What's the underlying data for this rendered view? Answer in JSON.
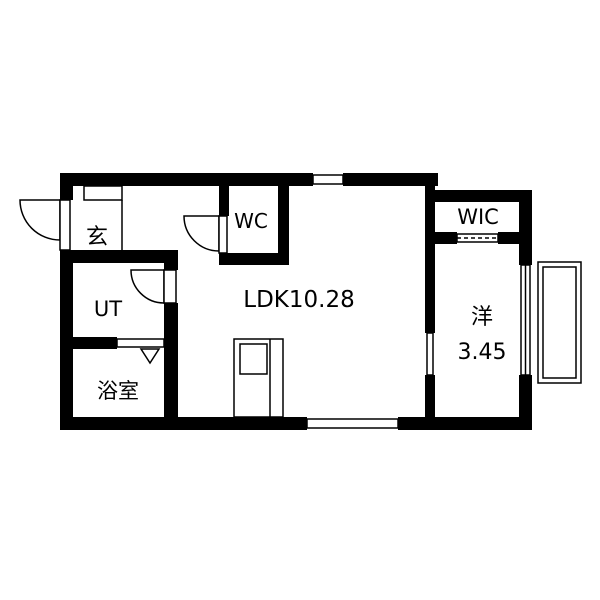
{
  "rooms": {
    "genkan": "玄",
    "wc": "WC",
    "wic": "WIC",
    "ut": "UT",
    "bath": "浴室",
    "ldk": "LDK10.28",
    "western_name": "洋",
    "western_size": "3.45"
  },
  "colors": {
    "wall": "#000000",
    "background": "#ffffff",
    "thin_line": "#000000",
    "window_fill": "#ffffff"
  }
}
